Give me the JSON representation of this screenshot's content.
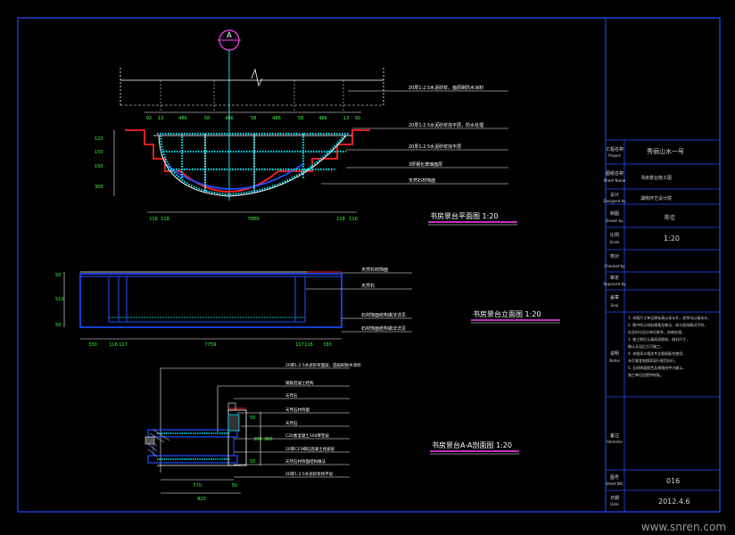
{
  "drawing": {
    "section_mark": "A",
    "dims": {
      "plan_top": [
        "92",
        "13",
        "486",
        "58",
        "486",
        "58",
        "486",
        "58",
        "486",
        "13",
        "92"
      ],
      "plan_left": [
        "120",
        "150",
        "150",
        "300"
      ],
      "plan_bottom": [
        "116",
        "118",
        "7889",
        "118",
        "116"
      ],
      "elev_left": [
        "50",
        "510",
        "50"
      ],
      "elev_bottom": [
        "330",
        "116",
        "117",
        "7759",
        "117",
        "116",
        "330"
      ],
      "sect_right": [
        "50",
        "300",
        "50"
      ],
      "sect_bottom_a": "770",
      "sect_bottom_b": "820"
    },
    "labels": {
      "plan_leaders": [
        "20厚1:2.5水泥砂浆，面层刷防水涂料",
        "20厚1:2.5水泥砂浆找平层，防水处理",
        "20厚1:2.5水泥砂浆找平层",
        "3厚钢化玻璃面层",
        "天然石材饰面"
      ],
      "elev_leaders": [
        "天然石材饰面",
        "天然石",
        "石材饰面结构做法详见",
        "石材饰面结构做法详见"
      ],
      "sect_leaders": [
        "20厚1:2.5水泥砂浆面层，面层刷防水涂料",
        "钢筋混凝土结构",
        "天然石",
        "天然石材饰面",
        "天然石",
        "C20素混凝土100厚垫层",
        "20厚C15细石混凝土找坡层",
        "天然石材饰面结构做法",
        "20厚1:2.5水泥砂浆找平层"
      ]
    },
    "titles": {
      "plan": "书房景台平面图 1:20",
      "elevation": "书房景台立面图 1:20",
      "section": "书房景台A-A剖面图 1:20"
    }
  },
  "title_block": {
    "project_label_cn": "工程名称",
    "project_label_en": "Project",
    "project_value": "秀丽山水一号",
    "drawing_label_cn": "图纸名称",
    "drawing_label_en": "Sheet Name",
    "drawing_value": "书房景台施工图",
    "designer_label_cn": "设计",
    "designer_label_en": "Designed by",
    "designer_value": "湖南环艺设计院",
    "drawn_label_cn": "制图",
    "drawn_label_en": "Drawn by",
    "drawn_value": "陈佳",
    "scale_label_cn": "比例",
    "scale_label_en": "Scale",
    "scale_value": "1:20",
    "check_label_cn": "校对",
    "check_label_en": "Checked by",
    "approve_label_cn": "审定",
    "approve_label_en": "Approved by",
    "seal_label_cn": "盖章",
    "seal_label_en": "Seal",
    "notes_label_cn": "说明",
    "notes_label_en": "Notes",
    "notes": [
      "1. 本图尺寸单位除标高以米计外，其余均以毫米计。",
      "2. 图中所示材料规格及做法，如与现场情况不符，",
      "   应及时与设计单位联系，协商处理。",
      "3. 施工前应认真阅读图纸，核对尺寸，",
      "   确认无误后方可施工。",
      "4. 本图须与相关专业图纸配合使用，",
      "   未尽事宜按国家现行规范执行。",
      "5. 石材饰面颜色及规格由甲方确认，",
      "   施工单位应提供样板。"
    ],
    "remarks_label_cn": "备注",
    "remarks_label_en": "Remarks",
    "sheetno_label_cn": "图号",
    "sheetno_label_en": "Sheet NO.",
    "sheetno_value": "016",
    "date_label_cn": "日期",
    "date_label_en": "Date",
    "date_value": "2012.4.6"
  },
  "watermark": "www.snren.com",
  "colors": {
    "background": "#000000",
    "frame_blue": "#1e4fff",
    "text_white": "#ffffff",
    "dim_green": "#39ff39",
    "cyan": "#00e5ff",
    "red": "#ff2020",
    "magenta": "#ff40ff",
    "title_block_text": "#d8d8d8"
  }
}
